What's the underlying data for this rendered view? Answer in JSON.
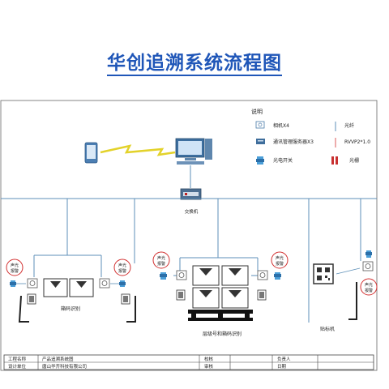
{
  "title": "华创追溯系统流程图",
  "legend": {
    "heading": "说明",
    "camera": "相机X4",
    "fiber": "光纤",
    "server": "通讯管理服务器X3",
    "cable": "RVVP2*1.0",
    "sensor": "光电开关",
    "curtain": "光栅"
  },
  "labels": {
    "switch": "交换机",
    "alarm": "声光\n报警",
    "box_id": "箱码识别",
    "pallet_id": "层级号和箱码识别",
    "labeler": "贴标机"
  },
  "table": {
    "row1": [
      "工程名称",
      "产品追溯系统图",
      "校核",
      "",
      "负责人",
      ""
    ],
    "row2": [
      "设计单位",
      "唐山华齐科技有限公司",
      "审核",
      "",
      "日期",
      ""
    ]
  },
  "colors": {
    "title": "#1f56b8",
    "line": "#5d8fb8",
    "alarm": "#d23030",
    "device": "#3a3a3a",
    "zigzag": "#e3d22a"
  }
}
